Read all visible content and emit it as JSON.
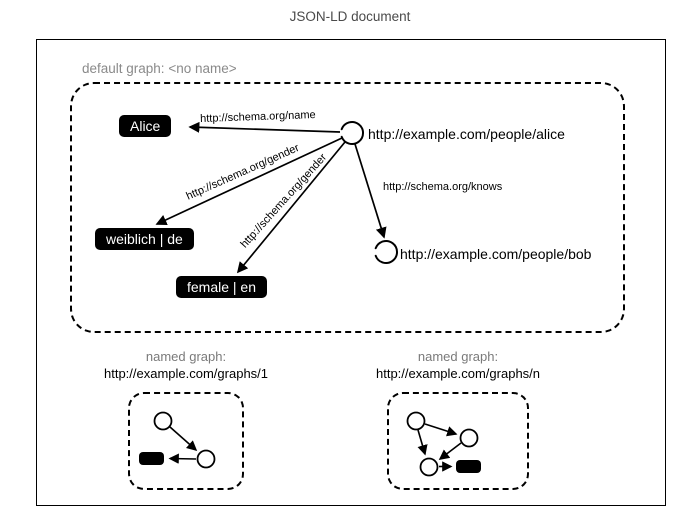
{
  "title": "JSON-LD document",
  "default_graph": {
    "label": "default graph: <no name>",
    "nodes": {
      "alice": "http://example.com/people/alice",
      "bob": "http://example.com/people/bob"
    },
    "literals": {
      "name": "Alice",
      "gender_de": "weiblich | de",
      "gender_en": "female | en"
    },
    "edges": {
      "name": "http://schema.org/name",
      "gender_de": "http://schema.org/gender",
      "gender_en": "http://schema.org/gender",
      "knows": "http://schema.org/knows"
    }
  },
  "named_graphs": [
    {
      "label": "named graph:",
      "uri": "http://example.com/graphs/1"
    },
    {
      "label": "named graph:",
      "uri": "http://example.com/graphs/n"
    }
  ],
  "colors": {
    "literal_bg": "#000000",
    "literal_text": "#ffffff",
    "muted_label": "#8a8a8a",
    "line": "#000000"
  }
}
